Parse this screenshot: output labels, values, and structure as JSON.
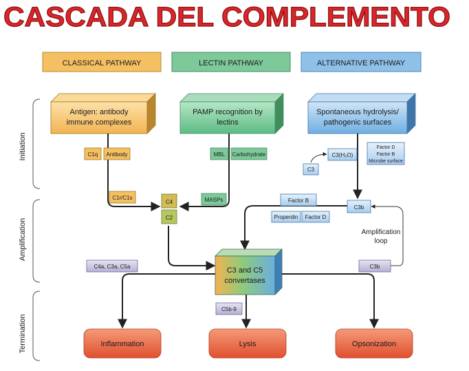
{
  "title": "CASCADA DEL COMPLEMENTO",
  "pathways": {
    "classical": "CLASSICAL PATHWAY",
    "lectin": "LECTIN PATHWAY",
    "alternative": "ALTERNATIVE PATHWAY"
  },
  "stages": {
    "initiation": "Initiation",
    "amplification": "Amplification",
    "termination": "Termination"
  },
  "initiators": {
    "classical_line1": "Antigen: antibody",
    "classical_line2": "immune complexes",
    "lectin_line1": "PAMP recognition by",
    "lectin_line2": "lectins",
    "alternative_line1": "Spontaneous hydrolysis/",
    "alternative_line2": "pathogenic surfaces"
  },
  "components": {
    "c1q": "C1q",
    "antibody": "Antibody",
    "mbl": "MBL",
    "carbohydrate": "Carbohydrate",
    "c3h2o": "C3(H₂O)",
    "factor_d_1": "Factor D",
    "factor_b_1": "Factor B",
    "microbe_surface": "Microbe surface",
    "c3": "C3",
    "c1r_c1s": "C1r/C1s",
    "c4": "C4",
    "c2": "C2",
    "masps": "MASPs",
    "factor_b_2": "Factor B",
    "c3b_top": "C3b",
    "properdin": "Properdin",
    "factor_d_2": "Factor D",
    "amplification_loop_1": "Amplification",
    "amplification_loop_2": "loop",
    "c4a_c3a_c5a": "C4a, C3a, C5a",
    "c3b_bottom": "C3b",
    "c5b_9": "C5b-9"
  },
  "convertases": {
    "line1": "C3 and C5",
    "line2": "convertases"
  },
  "outcomes": {
    "inflammation": "Inflammation",
    "lysis": "Lysis",
    "opsonization": "Opsonization"
  },
  "colors": {
    "title_red": "#d9262c",
    "classical": "#f5c062",
    "lectin": "#7dc99a",
    "alternative": "#8fc0e8",
    "outcome": "#e85a3a",
    "grey_tag": "#b9b6d6"
  }
}
